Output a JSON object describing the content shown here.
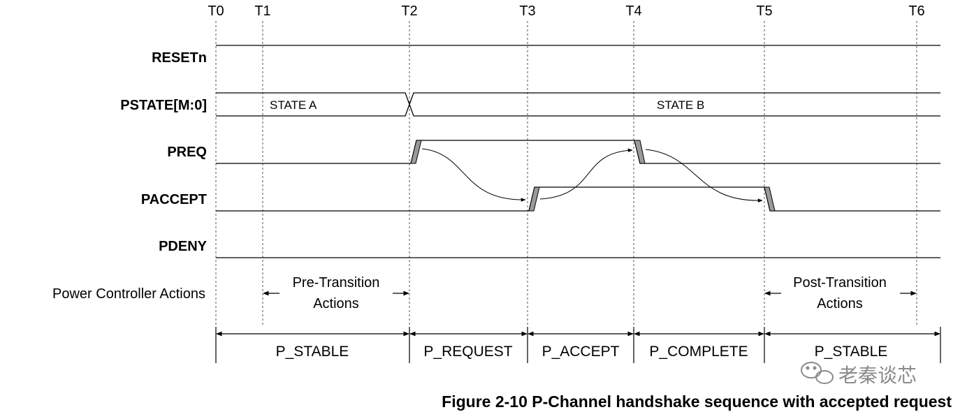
{
  "time_markers": [
    "T0",
    "T1",
    "T2",
    "T3",
    "T4",
    "T5",
    "T6"
  ],
  "signals": {
    "resetn": "RESETn",
    "pstate": "PSTATE[M:0]",
    "preq": "PREQ",
    "paccept": "PACCEPT",
    "pdeny": "PDENY"
  },
  "pstate_values": {
    "before": "STATE A",
    "after": "STATE B"
  },
  "power_controller": {
    "label": "Power Controller Actions",
    "pre_line1": "Pre-Transition",
    "pre_line2": "Actions",
    "post_line1": "Post-Transition",
    "post_line2": "Actions"
  },
  "phases": [
    "P_STABLE",
    "P_REQUEST",
    "P_ACCEPT",
    "P_COMPLETE",
    "P_STABLE"
  ],
  "caption": "Figure 2-10 P-Channel handshake sequence with accepted request",
  "watermark": "老秦谈芯"
}
